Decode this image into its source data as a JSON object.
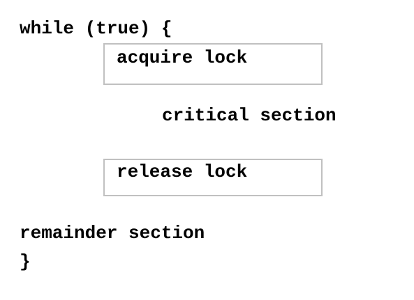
{
  "lines": {
    "loop_open": "while (true) {",
    "acquire": "acquire lock",
    "critical": "critical section",
    "release": "release lock",
    "remainder": "remainder section",
    "loop_close": "}"
  },
  "colors": {
    "text": "#000000",
    "box_border": "#c0c0c0",
    "background": "#ffffff"
  }
}
